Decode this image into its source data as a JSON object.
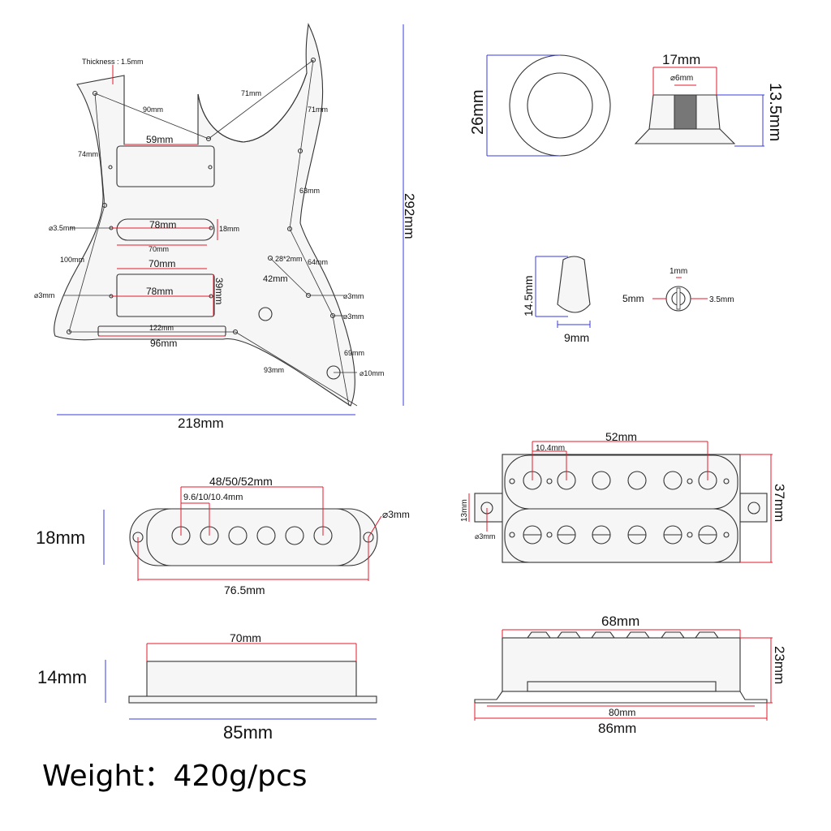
{
  "pickguard": {
    "thickness": "Thickness : 1.5mm",
    "labels": [
      "90mm",
      "71mm",
      "71mm",
      "74mm",
      "59mm",
      "63mm",
      "⌀3.5mm",
      "78mm",
      "18mm",
      "70mm",
      "100mm",
      "70mm",
      "78mm",
      "39mm",
      "28*2mm",
      "64mm",
      "42mm",
      "⌀3mm",
      "⌀3mm",
      "⌀3mm",
      "122mm",
      "96mm",
      "69mm",
      "93mm",
      "⌀10mm"
    ],
    "height": "292mm",
    "width": "218mm"
  },
  "knob": {
    "diameter": "26mm",
    "top_width": "17mm",
    "shaft": "⌀6mm",
    "height": "13.5mm"
  },
  "switch_tip": {
    "height": "14.5mm",
    "width": "9mm",
    "slot": "1mm",
    "outer": "5mm",
    "inner": "3.5mm"
  },
  "single_coil": {
    "pole_span": "48/50/52mm",
    "pole_spacing": "9.6/10/10.4mm",
    "hole": "⌀3mm",
    "height": "18mm",
    "length": "76.5mm"
  },
  "single_coil_side": {
    "top": "70mm",
    "height": "14mm",
    "base": "85mm"
  },
  "humbucker": {
    "pole_span": "52mm",
    "pole_spacing": "10.4mm",
    "tab": "13mm",
    "hole": "⌀3mm",
    "width": "37mm"
  },
  "humbucker_side": {
    "top": "68mm",
    "height": "23mm",
    "inner": "80mm",
    "base": "86mm"
  },
  "weight": "Weight：420g/pcs"
}
